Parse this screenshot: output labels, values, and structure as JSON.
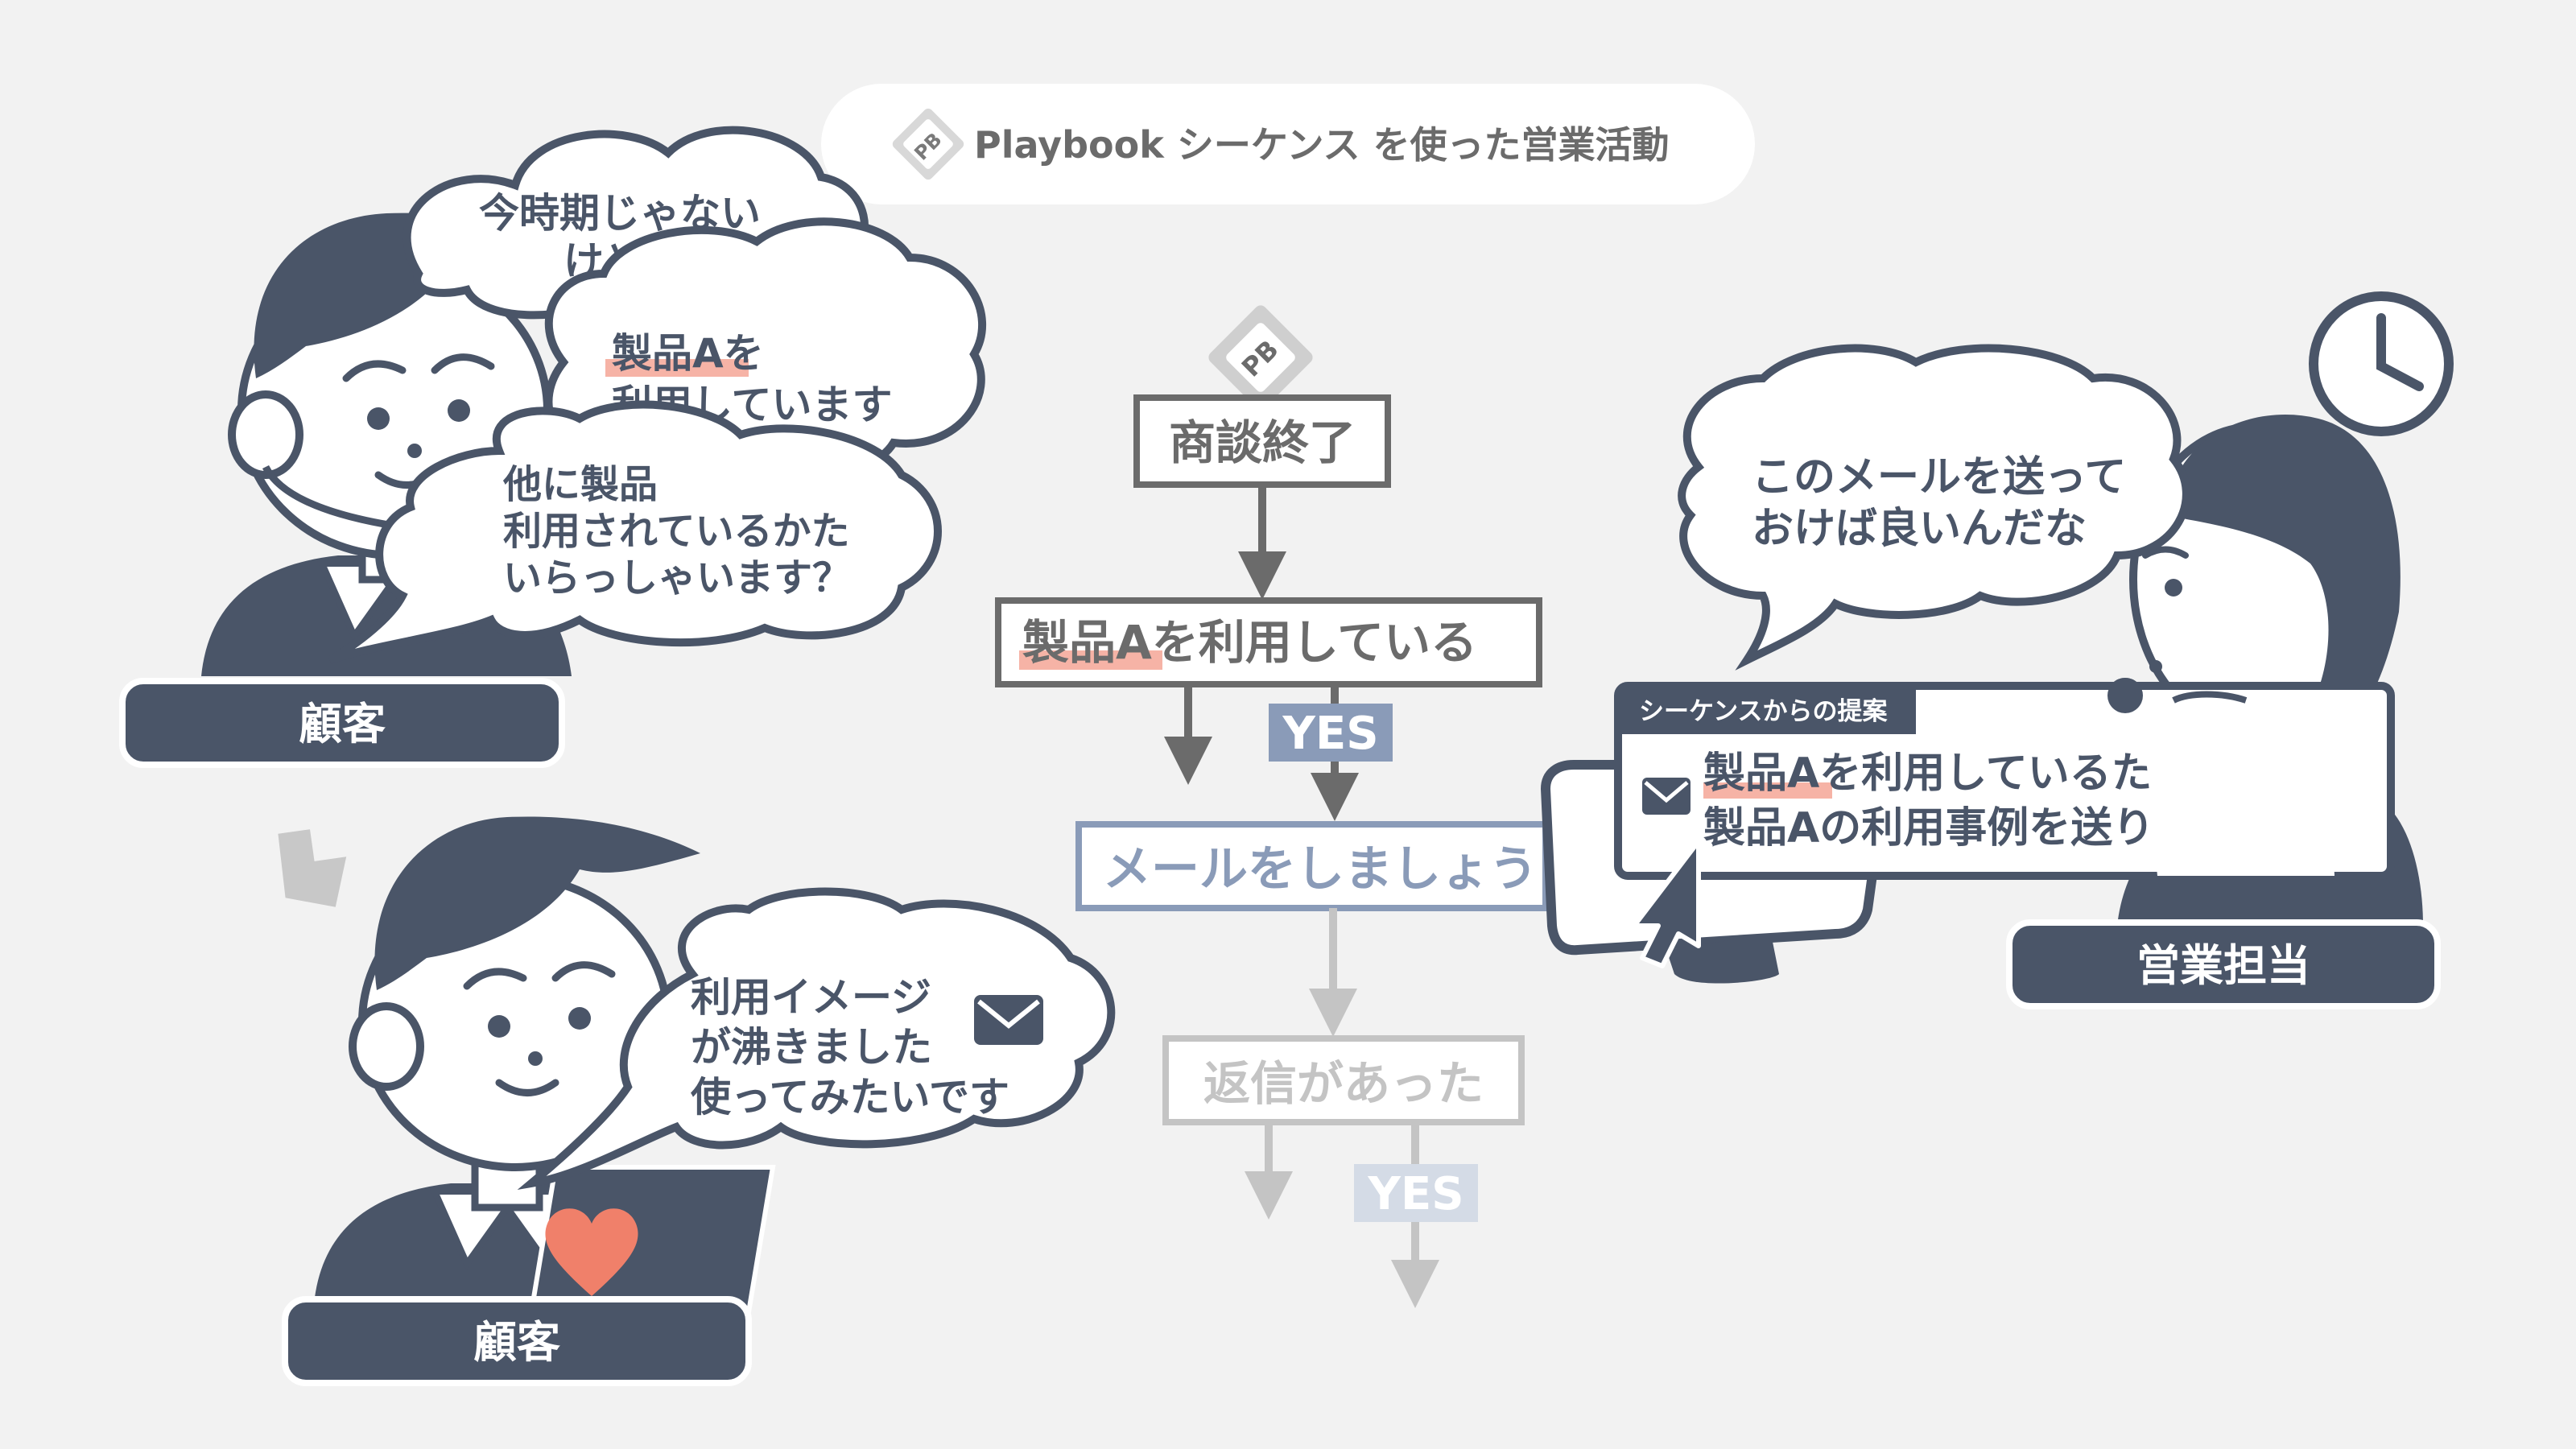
{
  "header": {
    "title": "Playbook シーケンス を使った営業活動",
    "logo_text": "PB"
  },
  "customer_top": {
    "bubble_back_lines": [
      "今時期じゃない",
      "けど"
    ],
    "bubble_mid_line1_highlight": "製品A",
    "bubble_mid_line1_rest": "を",
    "bubble_mid_line2": "利用しています",
    "bubble_front_lines": [
      "他に製品",
      "利用されているかた",
      "いらっしゃいます？"
    ],
    "label": "顧客"
  },
  "customer_bottom": {
    "bubble_lines": [
      "利用イメージ",
      "が沸きました",
      "使ってみたいです"
    ],
    "label": "顧客"
  },
  "flow": {
    "logo_text": "PB",
    "start": "商談終了",
    "decision1_highlight": "製品A",
    "decision1_rest": "を利用している",
    "yes1": "YES",
    "action": "メールをしましょう",
    "decision2": "返信があった",
    "yes2": "YES"
  },
  "sales": {
    "bubble_lines": [
      "このメールを送って",
      "おけば良いんだな"
    ],
    "card_header": "シーケンスからの提案",
    "card_line1_highlight": "製品A",
    "card_line1_rest": "を利用しているため",
    "card_line2": "製品Aの利用事例を送りま",
    "label": "営業担当"
  },
  "colors": {
    "navy": "#4a5568",
    "accent_red": "#f0806a",
    "yes_blue": "#8a9bb8",
    "highlight": "#f6b3a6",
    "muted": "#c4c4c4"
  },
  "icons": [
    "pb-logo-icon",
    "clock-icon",
    "mail-icon",
    "heart-icon",
    "cursor-arrow-icon",
    "down-arrow-icon"
  ]
}
